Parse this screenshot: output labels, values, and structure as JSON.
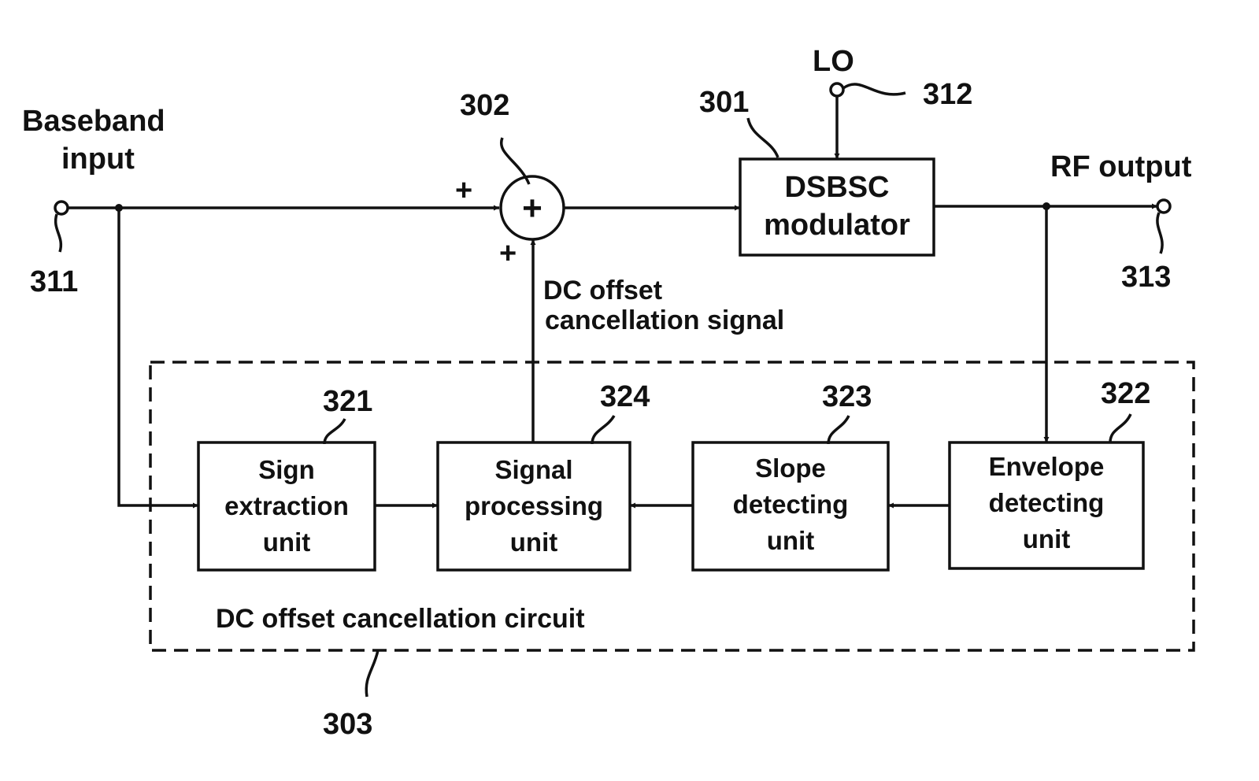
{
  "terminals": {
    "baseband_input": {
      "line1": "Baseband",
      "line2": "input",
      "ref": "311"
    },
    "lo": {
      "label": "LO",
      "ref": "312"
    },
    "rf_output": {
      "label": "RF output",
      "ref": "313"
    }
  },
  "adder": {
    "ref": "302",
    "symbol": "+",
    "input_sign_top": "+",
    "input_sign_bottom": "+"
  },
  "modulator": {
    "ref": "301",
    "line1": "DSBSC",
    "line2": "modulator"
  },
  "feedback_signal": {
    "line1": "DC offset",
    "line2": "cancellation signal"
  },
  "circuit": {
    "ref": "303",
    "label": "DC offset cancellation circuit"
  },
  "blocks": {
    "sign_extraction": {
      "ref": "321",
      "lines": [
        "Sign",
        "extraction",
        "unit"
      ]
    },
    "signal_processing": {
      "ref": "324",
      "lines": [
        "Signal",
        "processing",
        "unit"
      ]
    },
    "slope_detecting": {
      "ref": "323",
      "lines": [
        "Slope",
        "detecting",
        "unit"
      ]
    },
    "envelope_detecting": {
      "ref": "322",
      "lines": [
        "Envelope",
        "detecting",
        "unit"
      ]
    }
  }
}
